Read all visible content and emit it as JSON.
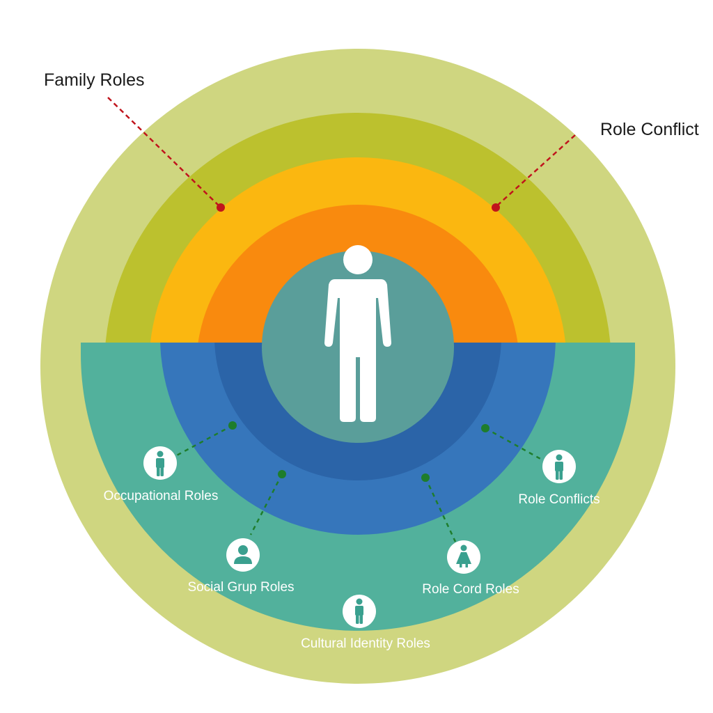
{
  "callouts": {
    "family_roles": "Family Roles",
    "role_conflict": "Role Conflict"
  },
  "roles": {
    "occupational": "Occupational Roles",
    "social_group": "Social Grup Roles",
    "cultural_identity": "Cultural Identity Roles",
    "role_cord": "Role Cord Roles",
    "role_conflicts": "Role Conflicts"
  },
  "colors": {
    "outer_ring": "#cfd680",
    "olive_ring": "#bcc12e",
    "yellow_ring": "#fbb710",
    "orange_ring": "#f98a0e",
    "center_circle": "#5a9e9a",
    "teal_band": "#52b19c",
    "blue_ring": "#3676bb",
    "dark_blue_ring": "#2b64a8",
    "red_callout": "#c0141c",
    "green_connector": "#1e7d2c",
    "icon_teal": "#3aa08f"
  },
  "icons": {
    "center": "person-icon",
    "occupational": "person-icon",
    "social_group": "user-bust-icon",
    "cultural_identity": "person-icon",
    "role_cord": "person-dress-icon",
    "role_conflicts": "person-icon"
  }
}
